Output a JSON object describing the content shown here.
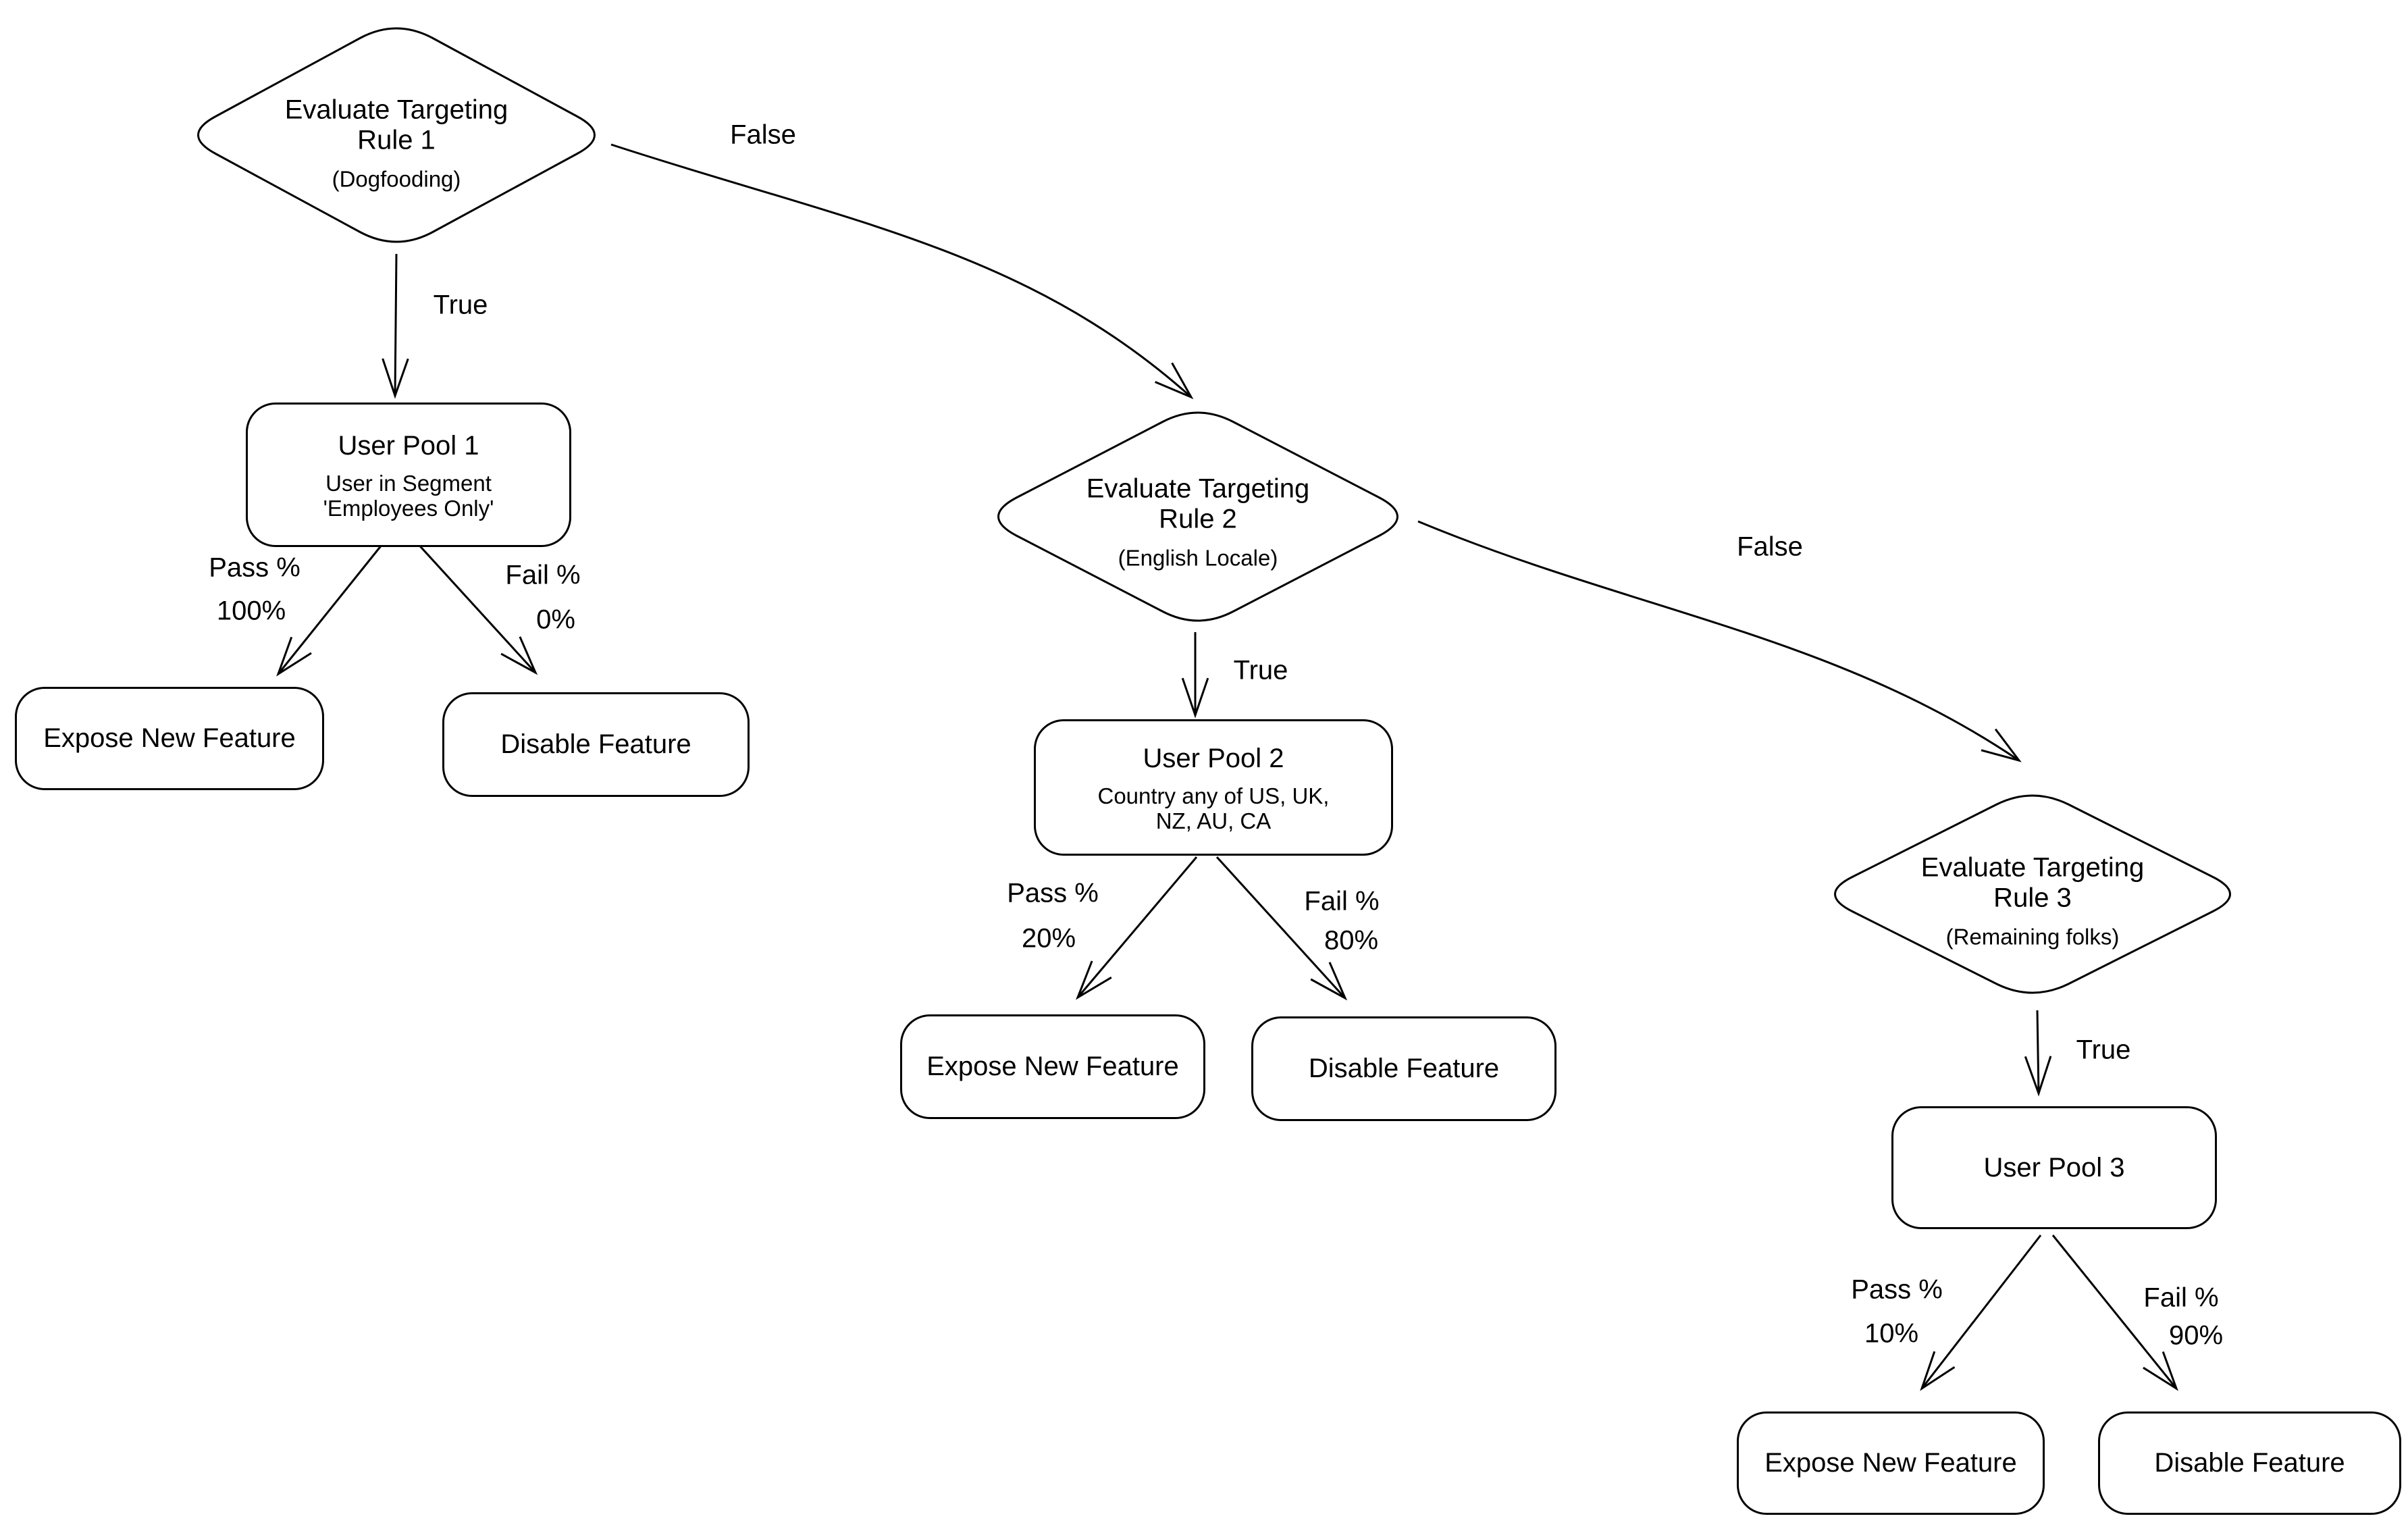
{
  "colors": {
    "stroke": "#000000",
    "background": "#ffffff",
    "text": "#000000"
  },
  "nodes": {
    "rule1": {
      "line1": "Evaluate Targeting",
      "line2": "Rule 1",
      "subtitle": "(Dogfooding)"
    },
    "rule2": {
      "line1": "Evaluate Targeting",
      "line2": "Rule 2",
      "subtitle": "(English Locale)"
    },
    "rule3": {
      "line1": "Evaluate Targeting",
      "line2": "Rule 3",
      "subtitle": "(Remaining folks)"
    },
    "pool1": {
      "title": "User Pool 1",
      "sub1": "User in Segment",
      "sub2": "'Employees Only'"
    },
    "pool2": {
      "title": "User Pool 2",
      "sub1": "Country any of US, UK,",
      "sub2": "NZ, AU, CA"
    },
    "pool3": {
      "title": "User Pool 3"
    },
    "expose_label": "Expose New Feature",
    "disable_label": "Disable Feature"
  },
  "edges": {
    "true_label": "True",
    "false_label": "False",
    "pass_label": "Pass %",
    "fail_label": "Fail %",
    "pass1_value": "100%",
    "fail1_value": "0%",
    "pass2_value": "20%",
    "fail2_value": "80%",
    "pass3_value": "10%",
    "fail3_value": "90%"
  }
}
